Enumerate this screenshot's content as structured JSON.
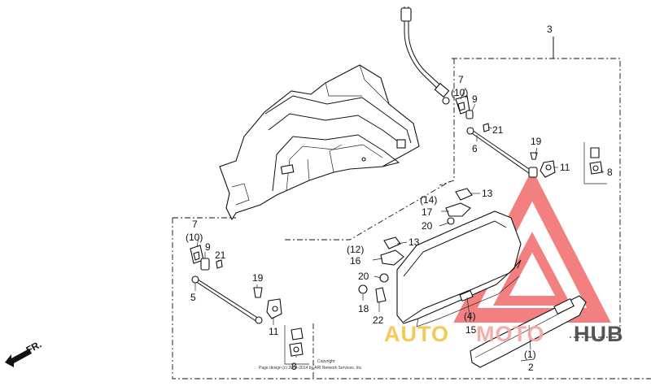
{
  "callouts": {
    "c3": "3",
    "c7a": "7",
    "c10a": "(10)",
    "c9a": "9",
    "c21a": "21",
    "c6": "6",
    "c19a": "19",
    "c11a": "11",
    "c8a": "8",
    "c14": "(14)",
    "c17": "17",
    "c13a": "13",
    "c20a": "20",
    "c12": "(12)",
    "c16": "16",
    "c13b": "13",
    "c20b": "20",
    "c18": "18",
    "c22": "22",
    "c4": "(4)",
    "c15": "15",
    "c1": "(1)",
    "c2": "2",
    "c7b": "7",
    "c10b": "(10)",
    "c9b": "9",
    "c21b": "21",
    "c5": "5",
    "c19b": "19",
    "c11b": "11",
    "c8b": "8"
  },
  "direction_label": "FR.",
  "copyright_lines": [
    "Copyright",
    "Page design (c) 2004-2014 by ARI Network Services, Inc."
  ],
  "watermark": {
    "auto": "AUTO",
    "moto": "MOTO",
    "hub": "HUB"
  },
  "colors": {
    "line": "#111111",
    "watermark_triangle": "#f06a6a",
    "watermark_auto": "#f4c542",
    "watermark_moto": "#f3a6a0",
    "watermark_hub": "#444444"
  }
}
